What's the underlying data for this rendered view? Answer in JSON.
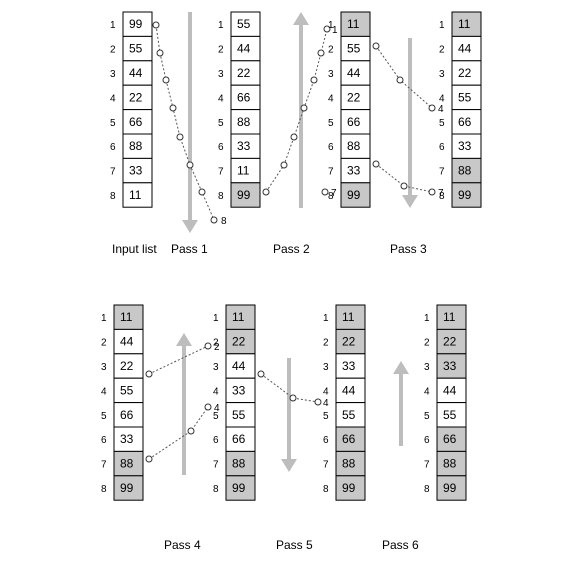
{
  "index_labels": [
    "1",
    "2",
    "3",
    "4",
    "5",
    "6",
    "7",
    "8"
  ],
  "colors": {
    "sorted_fill": "#c8c8c8",
    "unsorted_fill": "#ffffff",
    "arrow": "#bdbdbd",
    "path": "#555555"
  },
  "columns": [
    {
      "values": [
        "99",
        "55",
        "44",
        "22",
        "66",
        "88",
        "33",
        "11"
      ],
      "sorted": [
        false,
        false,
        false,
        false,
        false,
        false,
        false,
        false
      ]
    },
    {
      "values": [
        "55",
        "44",
        "22",
        "66",
        "88",
        "33",
        "11",
        "99"
      ],
      "sorted": [
        false,
        false,
        false,
        false,
        false,
        false,
        false,
        true
      ]
    },
    {
      "values": [
        "11",
        "55",
        "44",
        "22",
        "66",
        "88",
        "33",
        "99"
      ],
      "sorted": [
        true,
        false,
        false,
        false,
        false,
        false,
        false,
        true
      ]
    },
    {
      "values": [
        "11",
        "44",
        "22",
        "55",
        "66",
        "33",
        "88",
        "99"
      ],
      "sorted": [
        true,
        false,
        false,
        false,
        false,
        false,
        true,
        true
      ]
    },
    {
      "values": [
        "11",
        "44",
        "22",
        "55",
        "66",
        "33",
        "88",
        "99"
      ],
      "sorted": [
        true,
        false,
        false,
        false,
        false,
        false,
        true,
        true
      ]
    },
    {
      "values": [
        "11",
        "22",
        "44",
        "33",
        "55",
        "66",
        "88",
        "99"
      ],
      "sorted": [
        true,
        true,
        false,
        false,
        false,
        false,
        true,
        true
      ]
    },
    {
      "values": [
        "11",
        "22",
        "33",
        "44",
        "55",
        "66",
        "88",
        "99"
      ],
      "sorted": [
        true,
        true,
        false,
        false,
        false,
        true,
        true,
        true
      ]
    },
    {
      "values": [
        "11",
        "22",
        "33",
        "44",
        "55",
        "66",
        "88",
        "99"
      ],
      "sorted": [
        true,
        true,
        true,
        false,
        false,
        true,
        true,
        true
      ]
    }
  ],
  "path_labels": [
    {
      "id": "p1-end",
      "text": "8"
    },
    {
      "id": "p2-start",
      "text": "7"
    },
    {
      "id": "p2-end",
      "text": "1"
    },
    {
      "id": "p3a-start",
      "text": "4"
    },
    {
      "id": "p3b-start",
      "text": "7"
    },
    {
      "id": "p4a-end",
      "text": "2"
    },
    {
      "id": "p4b-end",
      "text": "4"
    },
    {
      "id": "p5-end",
      "text": "4"
    }
  ],
  "captions": [
    "Input list",
    "Pass 1",
    "Pass 2",
    "Pass 3",
    "Pass 4",
    "Pass 5",
    "Pass 6"
  ]
}
